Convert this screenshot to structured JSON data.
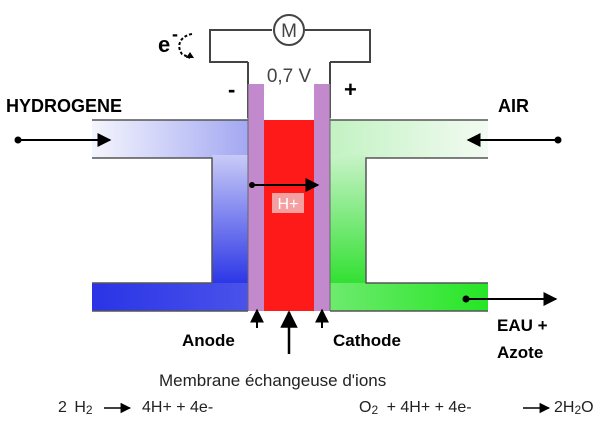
{
  "motor": {
    "symbol": "M",
    "electron": "e",
    "electron_sign": "-"
  },
  "voltage": {
    "text": "0,7 V",
    "minus": "-",
    "plus": "+"
  },
  "inputs": {
    "left": "HYDROGENE",
    "right": "AIR"
  },
  "outputs": {
    "line1": "EAU +",
    "line2": "Azote"
  },
  "electrodes": {
    "anode": "Anode",
    "cathode": "Cathode"
  },
  "membrane": {
    "ion": "H+",
    "caption": "Membrane échangeuse d'ions"
  },
  "equations": {
    "anode": {
      "coef": "2",
      "h": "H",
      "h_sub": "2",
      "products": "4H+ + 4e-"
    },
    "cathode": {
      "o": "O",
      "o_sub": "2",
      "reactants": "+ 4H+ + 4e-",
      "product_pre": "2H",
      "product_sub": "2",
      "product_post": "O"
    }
  },
  "colors": {
    "hydrogen_blue": "#2a34e6",
    "air_green": "#25e625",
    "membrane_red": "#ff1a1a",
    "electrode_purple": "#c28acc"
  }
}
